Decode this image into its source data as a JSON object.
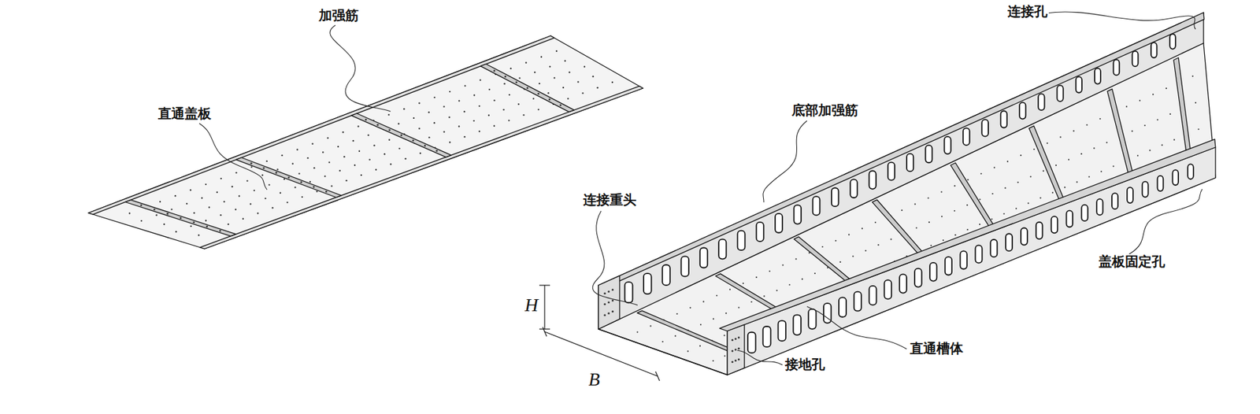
{
  "diagram": {
    "labels": [
      "加强筋",
      "直通盖板",
      "连接孔",
      "底部加强筋",
      "连接重头",
      "盖板固定孔",
      "直通槽体",
      "接地孔",
      "H",
      "B"
    ]
  }
}
